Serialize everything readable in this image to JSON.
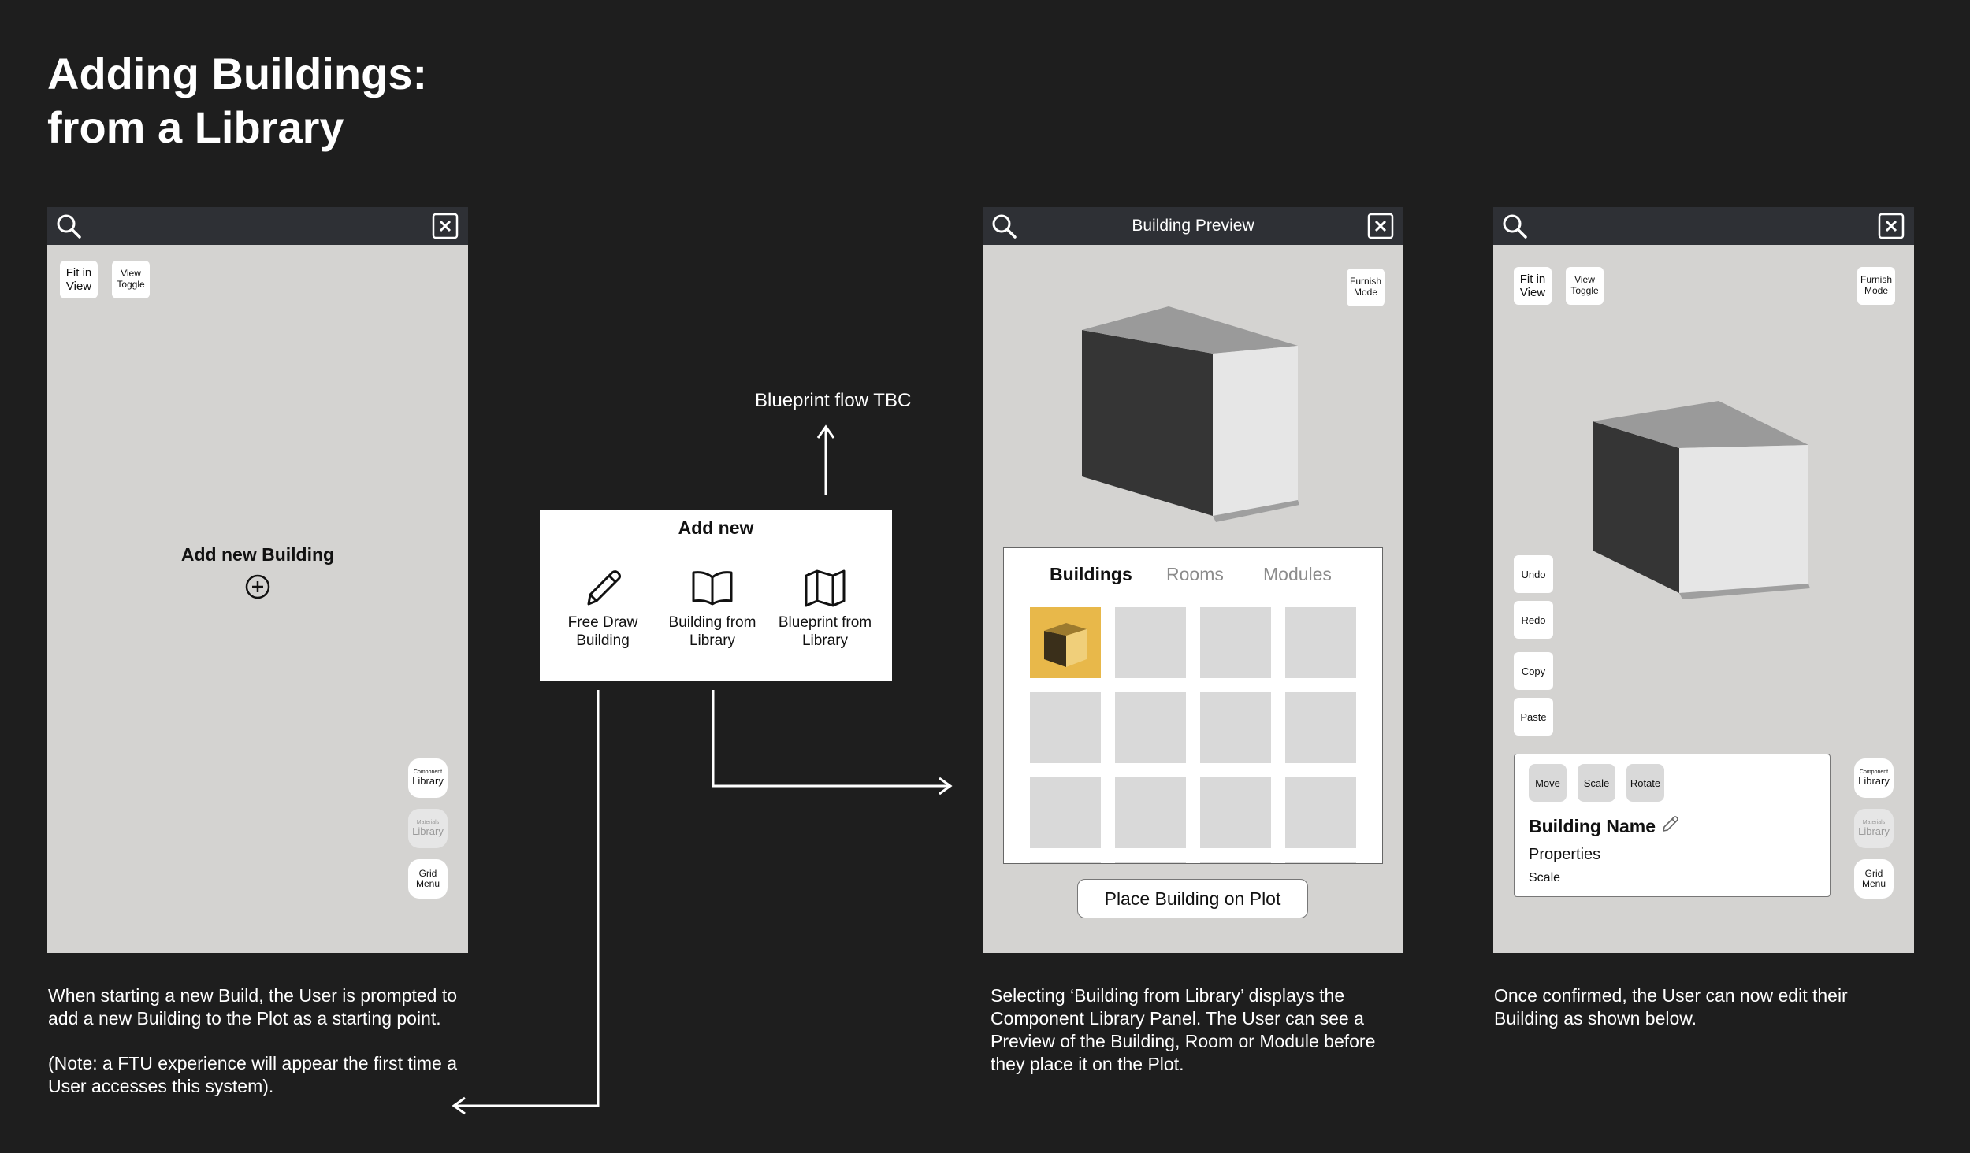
{
  "title": {
    "line1": "Adding Buildings:",
    "line2": "from a Library"
  },
  "screen1": {
    "fit_in_view": "Fit in View",
    "view_toggle": "View Toggle",
    "add_new_building": "Add new Building",
    "component_library": {
      "small": "Component",
      "label": "Library"
    },
    "materials_library": {
      "small": "Materials",
      "label": "Library"
    },
    "grid_menu": "Grid Menu",
    "caption": "When starting a new Build, the User is prompted to add a new Building to the Plot as a starting point.",
    "note": "(Note: a FTU experience will appear the first time a User accesses this system)."
  },
  "add_new_modal": {
    "title": "Add new",
    "options": [
      {
        "label": "Free Draw Building",
        "icon": "pencil-icon"
      },
      {
        "label": "Building from Library",
        "icon": "book-icon"
      },
      {
        "label": "Blueprint from Library",
        "icon": "map-icon"
      }
    ],
    "blueprint_note": "Blueprint flow TBC"
  },
  "screen2": {
    "bar_title": "Building Preview",
    "furnish_mode": "Furnish Mode",
    "tabs": [
      "Buildings",
      "Rooms",
      "Modules"
    ],
    "active_tab": "Buildings",
    "place_button": "Place Building on Plot",
    "caption": "Selecting ‘Building from Library’ displays the Component Library Panel. The User can see a Preview of the Building, Room or Module before they place it on the Plot."
  },
  "screen3": {
    "fit_in_view": "Fit in View",
    "view_toggle": "View Toggle",
    "furnish_mode": "Furnish Mode",
    "side_tools": [
      "Undo",
      "Redo",
      "Copy",
      "Paste"
    ],
    "tools": [
      "Move",
      "Scale",
      "Rotate"
    ],
    "building_name": "Building Name",
    "properties": "Properties",
    "scale": "Scale",
    "component_library": {
      "small": "Component",
      "label": "Library"
    },
    "materials_library": {
      "small": "Materials",
      "label": "Library"
    },
    "grid_menu": "Grid Menu",
    "caption": "Once confirmed, the User can now edit their Building as shown below."
  },
  "colors": {
    "background": "#1e1e1e",
    "canvas": "#d4d3d1",
    "topbar": "#2e3035",
    "selected_tile": "#e8b84a"
  }
}
